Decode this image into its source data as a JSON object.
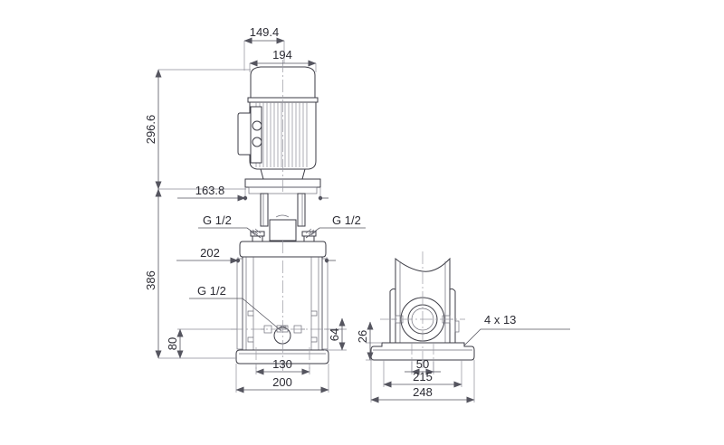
{
  "drawing": {
    "title": "Vertical multistage pump dimensional drawing",
    "background_color": "#ffffff",
    "line_color": "#3b3b44",
    "dimension_text_color": "#2b2b33",
    "views": [
      {
        "name": "front-view",
        "label": ""
      },
      {
        "name": "end-view",
        "label": ""
      }
    ]
  },
  "dimensions": {
    "motor_width_inner": "149.4",
    "motor_width_outer": "194",
    "motor_height": "296.6",
    "pump_height": "386",
    "flange_width": "163.8",
    "chamber_width": "202",
    "base_bolt_span_front": "130",
    "base_width_front": "200",
    "port_center_height": "80",
    "port_offset": "64",
    "base_thickness_end": "26",
    "hole_span_end_inner": "50",
    "base_bolt_span_end": "215",
    "base_width_end": "248"
  },
  "callouts": {
    "port_left": "G 1/2",
    "port_right": "G 1/2",
    "drain": "G 1/2",
    "bolt_holes": "4 x 13"
  },
  "icons": {
    "arrow_head": "dimension-arrow",
    "center_mark": "centerline-mark"
  }
}
